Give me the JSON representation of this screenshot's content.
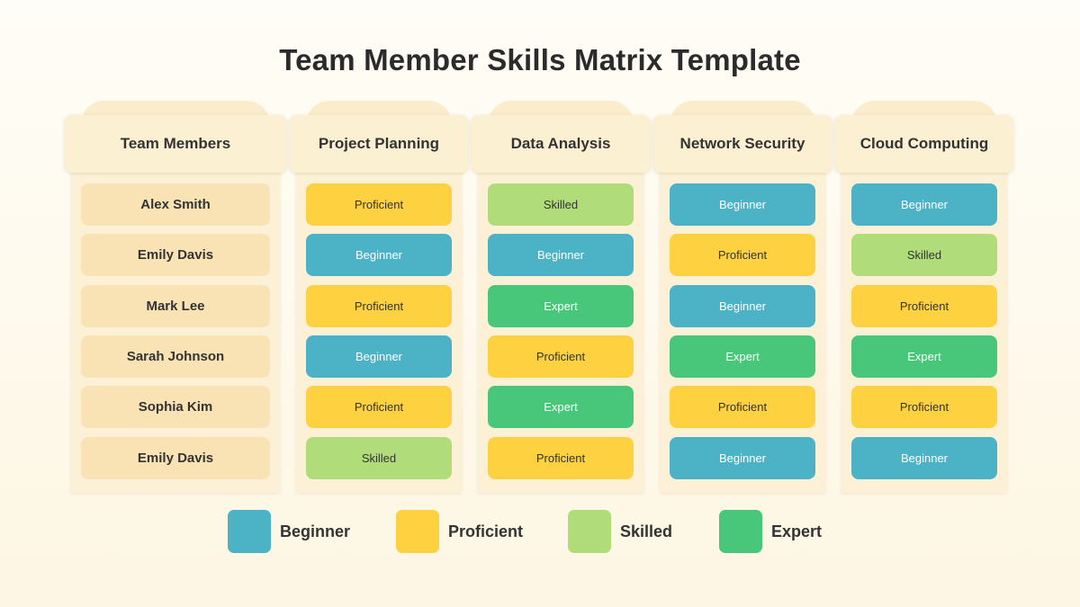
{
  "title": "Team Member Skills Matrix Template",
  "colors": {
    "Beginner": "#4cb3c6",
    "Proficient": "#fdd13f",
    "Skilled": "#b1dc7a",
    "Expert": "#48c77a",
    "name_cell": "#f9e3b5"
  },
  "columns": {
    "members": {
      "header": "Team Members",
      "cells": [
        "Alex Smith",
        "Emily Davis",
        "Mark Lee",
        "Sarah Johnson",
        "Sophia Kim",
        "Emily Davis"
      ]
    },
    "project": {
      "header": "Project Planning",
      "cells": [
        "Proficient",
        "Beginner",
        "Proficient",
        "Beginner",
        "Proficient",
        "Skilled"
      ]
    },
    "data": {
      "header": "Data Analysis",
      "cells": [
        "Skilled",
        "Beginner",
        "Expert",
        "Proficient",
        "Expert",
        "Proficient"
      ]
    },
    "network": {
      "header": "Network Security",
      "cells": [
        "Beginner",
        "Proficient",
        "Beginner",
        "Expert",
        "Proficient",
        "Beginner"
      ]
    },
    "cloud": {
      "header": "Cloud Computing",
      "cells": [
        "Beginner",
        "Skilled",
        "Proficient",
        "Expert",
        "Proficient",
        "Beginner"
      ]
    }
  },
  "legend": [
    {
      "label": "Beginner",
      "color": "#4cb3c6"
    },
    {
      "label": "Proficient",
      "color": "#fdd13f"
    },
    {
      "label": "Skilled",
      "color": "#b1dc7a"
    },
    {
      "label": "Expert",
      "color": "#48c77a"
    }
  ]
}
